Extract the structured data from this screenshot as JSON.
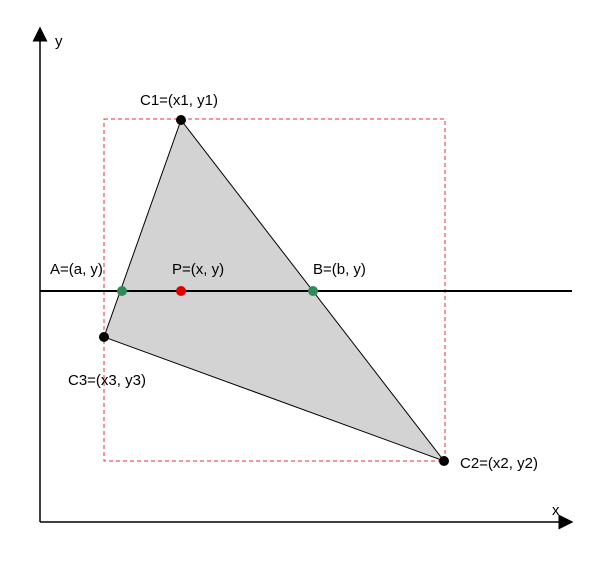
{
  "axes": {
    "x_label": "x",
    "y_label": "y"
  },
  "points": {
    "c1": {
      "label": "C1=(x1, y1)"
    },
    "c2": {
      "label": "C2=(x2, y2)"
    },
    "c3": {
      "label": "C3=(x3, y3)"
    },
    "a": {
      "label": "A=(a, y)"
    },
    "p": {
      "label": "P=(x, y)"
    },
    "b": {
      "label": "B=(b, y)"
    }
  },
  "colors": {
    "triangle_fill": "#d3d3d3",
    "bounding_box": "#e8323c",
    "vertex_point": "#000000",
    "intersection_point": "#2e8b57",
    "p_point": "#e00000"
  }
}
